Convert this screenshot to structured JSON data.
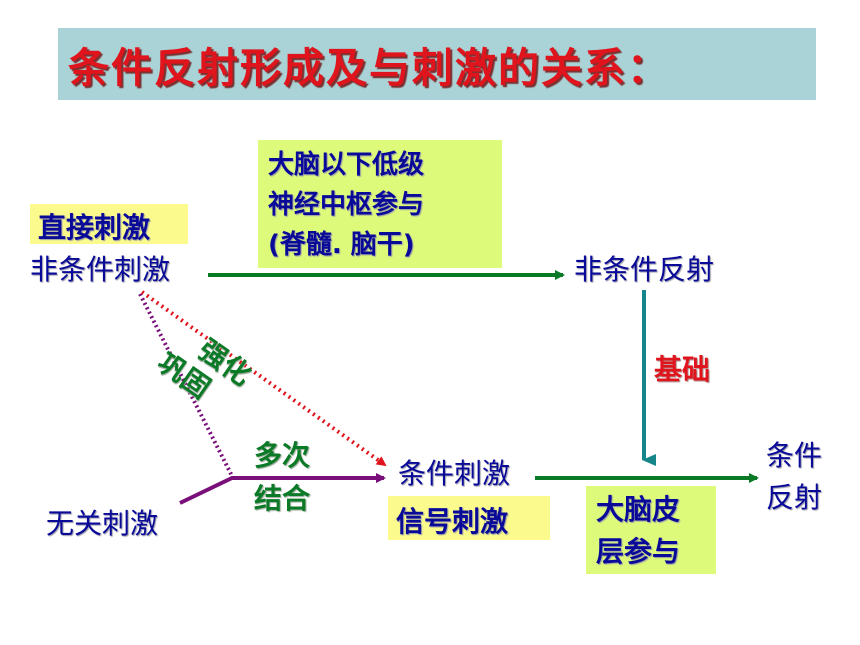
{
  "title": "条件反射形成及与刺激的关系：",
  "nodes": {
    "direct_stimulus": "直接刺激",
    "unconditioned_stimulus": "非条件刺激",
    "unconditioned_reflex": "非条件反射",
    "irrelevant_stimulus": "无关刺激",
    "conditioned_stimulus": "条件刺激",
    "signal_stimulus": "信号刺激",
    "conditioned_reflex_line1": "条件",
    "conditioned_reflex_line2": "反射"
  },
  "labels": {
    "lower_centers_line1": "大脑以下低级",
    "lower_centers_line2": "神经中枢参与",
    "lower_centers_line3": "(脊髓. 脑干)",
    "foundation": "基础",
    "reinforce_line1": "强化",
    "reinforce_line2": "巩固",
    "combination_line1": "多次",
    "combination_line2": "结合",
    "cortex_line1": "大脑皮",
    "cortex_line2": "层参与"
  },
  "colors": {
    "title_text": "#e0141c",
    "title_background": "#a9d3d6",
    "arrow_green": "#0b7a26",
    "arrow_teal": "#16868a",
    "arrow_purple": "#7a0f7a",
    "dotted_red": "#e0141c",
    "dotted_purple": "#7a0f7a"
  }
}
